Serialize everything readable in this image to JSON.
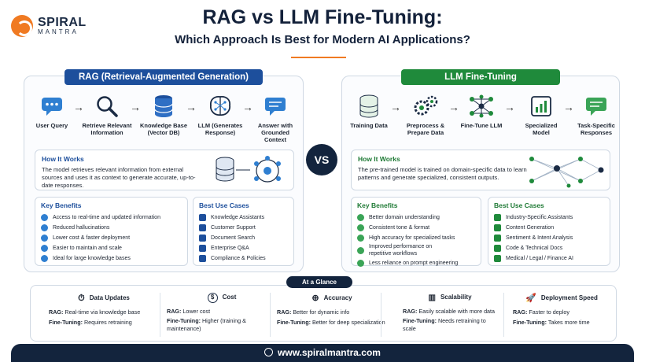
{
  "brand": {
    "name": "SPIRAL",
    "tagline": "MANTRA",
    "accent": "#f07a22"
  },
  "header": {
    "title": "RAG vs LLM Fine-Tuning:",
    "subtitle": "Which Approach Is Best for Modern AI Applications?"
  },
  "vs_label": "VS",
  "rag": {
    "title": "RAG (Retrieval-Augmented Generation)",
    "color": "#1d4f9c",
    "steps": [
      {
        "label": "User Query",
        "icon": "chat-bubble-icon"
      },
      {
        "label": "Retrieve Relevant Information",
        "icon": "magnifier-icon"
      },
      {
        "label": "Knowledge Base (Vector DB)",
        "icon": "database-icon"
      },
      {
        "label": "LLM (Generates Response)",
        "icon": "brain-icon"
      },
      {
        "label": "Answer with Grounded Context",
        "icon": "message-icon"
      }
    ],
    "how": {
      "title": "How It Works",
      "text": "The model retrieves relevant information from external sources and uses it as context to generate accurate, up-to-date responses."
    },
    "benefits": {
      "title": "Key Benefits",
      "items": [
        "Access to real-time and updated information",
        "Reduced hallucinations",
        "Lower cost & faster deployment",
        "Easier to maintain and scale",
        "Ideal for large knowledge bases"
      ]
    },
    "use_cases": {
      "title": "Best Use Cases",
      "items": [
        "Knowledge Assistants",
        "Customer Support",
        "Document Search",
        "Enterprise Q&A",
        "Compliance & Policies"
      ]
    }
  },
  "ft": {
    "title": "LLM Fine-Tuning",
    "color": "#1f8a3b",
    "steps": [
      {
        "label": "Training Data",
        "icon": "database-icon"
      },
      {
        "label": "Preprocess & Prepare Data",
        "icon": "gears-icon"
      },
      {
        "label": "Fine-Tune LLM",
        "icon": "network-icon"
      },
      {
        "label": "Specialized Model",
        "icon": "chart-icon"
      },
      {
        "label": "Task-Specific Responses",
        "icon": "message-icon"
      }
    ],
    "how": {
      "title": "How It Works",
      "text": "The pre-trained model is trained on domain-specific data to learn patterns and generate specialized, consistent outputs."
    },
    "benefits": {
      "title": "Key Benefits",
      "items": [
        "Better domain understanding",
        "Consistent tone & format",
        "High accuracy for specialized tasks",
        "Improved performance on repetitive workflows",
        "Less reliance on prompt engineering"
      ]
    },
    "use_cases": {
      "title": "Best Use Cases",
      "items": [
        "Industry-Specific Assistants",
        "Content Generation",
        "Sentiment & Intent Analysis",
        "Code & Technical Docs",
        "Medical / Legal / Finance AI"
      ]
    }
  },
  "glance": {
    "title": "At a Glance",
    "columns": [
      {
        "heading": "Data Updates",
        "icon": "clock-icon",
        "rag_label": "RAG:",
        "rag": "Real-time via knowledge base",
        "ft_label": "Fine-Tuning:",
        "ft": "Requires retraining"
      },
      {
        "heading": "Cost",
        "icon": "dollar-icon",
        "rag_label": "RAG:",
        "rag": "Lower cost",
        "ft_label": "Fine-Tuning:",
        "ft": "Higher (training & maintenance)"
      },
      {
        "heading": "Accuracy",
        "icon": "target-icon",
        "rag_label": "RAG:",
        "rag": "Better for dynamic info",
        "ft_label": "Fine-Tuning:",
        "ft": "Better for deep specialization"
      },
      {
        "heading": "Scalability",
        "icon": "bar-chart-icon",
        "rag_label": "RAG:",
        "rag": "Easily scalable with more data",
        "ft_label": "Fine-Tuning:",
        "ft": "Needs retraining to scale"
      },
      {
        "heading": "Deployment Speed",
        "icon": "rocket-icon",
        "rag_label": "RAG:",
        "rag": "Faster to deploy",
        "ft_label": "Fine-Tuning:",
        "ft": "Takes more time"
      }
    ]
  },
  "footer": {
    "url": "www.spiralmantra.com"
  }
}
